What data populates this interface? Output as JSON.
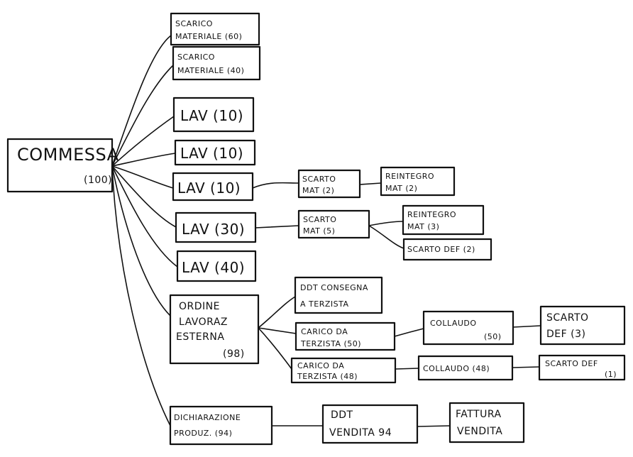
{
  "diagram": {
    "root": {
      "label_line1": "COMMESSA",
      "label_line2": "(100)"
    },
    "n_scarico_60": {
      "line1": "SCARICO",
      "line2": "MATERIALE (60)"
    },
    "n_scarico_40": {
      "line1": "SCARICO",
      "line2": "MATERIALE (40)"
    },
    "n_lav_10a": {
      "line1": "LAV (10)"
    },
    "n_lav_10b": {
      "line1": "LAV (10)"
    },
    "n_lav_10c": {
      "line1": "LAV (10)"
    },
    "n_lav_30": {
      "line1": "LAV (30)"
    },
    "n_lav_40": {
      "line1": "LAV (40)"
    },
    "n_scarto_mat_2": {
      "line1": "SCARTO",
      "line2": "MAT (2)"
    },
    "n_reintegro_2": {
      "line1": "REINTEGRO",
      "line2": "MAT (2)"
    },
    "n_scarto_mat_5": {
      "line1": "SCARTO",
      "line2": "MAT (5)"
    },
    "n_reintegro_3": {
      "line1": "REINTEGRO",
      "line2": "MAT (3)"
    },
    "n_scarto_def_2": {
      "line1": "SCARTO DEF (2)"
    },
    "n_ordine": {
      "line1": "ORDINE",
      "line2": "LAVORAZ",
      "line3": "ESTERNA",
      "line4": "(98)"
    },
    "n_ddt_consegna": {
      "line1": "DDT CONSEGNA",
      "line2": "A TERZISTA"
    },
    "n_carico_50": {
      "line1": "CARICO DA",
      "line2": "TERZISTA (50)"
    },
    "n_collaudo_50": {
      "line1": "COLLAUDO",
      "line2": "(50)"
    },
    "n_scarto_def_3": {
      "line1": "SCARTO",
      "line2": "DEF (3)"
    },
    "n_carico_48": {
      "line1": "CARICO DA",
      "line2": "TERZISTA (48)"
    },
    "n_collaudo_48": {
      "line1": "COLLAUDO (48)"
    },
    "n_scarto_def_1": {
      "line1": "SCARTO DEF",
      "line2": "(1)"
    },
    "n_dichiarazione": {
      "line1": "DICHIARAZIONE",
      "line2": "PRODUZ. (94)"
    },
    "n_ddt_vendita": {
      "line1": "DDT",
      "line2": "VENDITA 94"
    },
    "n_fattura": {
      "line1": "FATTURA",
      "line2": "VENDITA"
    }
  }
}
